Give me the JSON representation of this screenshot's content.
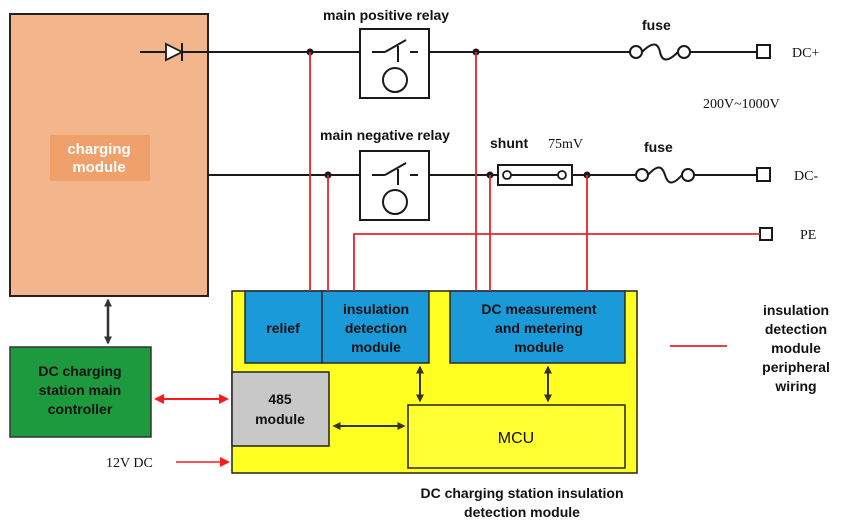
{
  "labels": {
    "charging_module_line1": "charging",
    "charging_module_line2": "module",
    "main_positive_relay": "main positive relay",
    "main_negative_relay": "main negative relay",
    "fuse_top": "fuse",
    "fuse_bottom": "fuse",
    "shunt": "shunt",
    "shunt_value": "75mV",
    "dc_plus": "DC+",
    "dc_minus": "DC-",
    "pe": "PE",
    "voltage_range": "200V~1000V",
    "relief": "relief",
    "insulation_detection_line1": "insulation",
    "insulation_detection_line2": "detection",
    "insulation_detection_line3": "module",
    "dc_measurement_line1": "DC measurement",
    "dc_measurement_line2": "and metering",
    "dc_measurement_line3": "module",
    "controller_line1": "DC charging",
    "controller_line2": "station main",
    "controller_line3": "controller",
    "module_485_line1": "485",
    "module_485_line2": "module",
    "mcu": "MCU",
    "supply_12v": "12V DC",
    "legend_line1": "insulation",
    "legend_line2": "detection",
    "legend_line3": "module",
    "legend_line4": "peripheral",
    "legend_line5": "wiring",
    "caption_line1": "DC charging station insulation",
    "caption_line2": "detection module"
  },
  "colors": {
    "charging_module": "#f3b58b",
    "charging_module_label_bg": "#f0a06a",
    "controller": "#1e9a3e",
    "detection_board": "#ffff22",
    "blue_modules": "#1a9ad9",
    "module_485": "#c8c8c8",
    "mcu": "#ffff33",
    "peripheral_wiring": "#e8242b",
    "arrow_red": "#ff1a1a",
    "wire": "#1a1a1a"
  }
}
